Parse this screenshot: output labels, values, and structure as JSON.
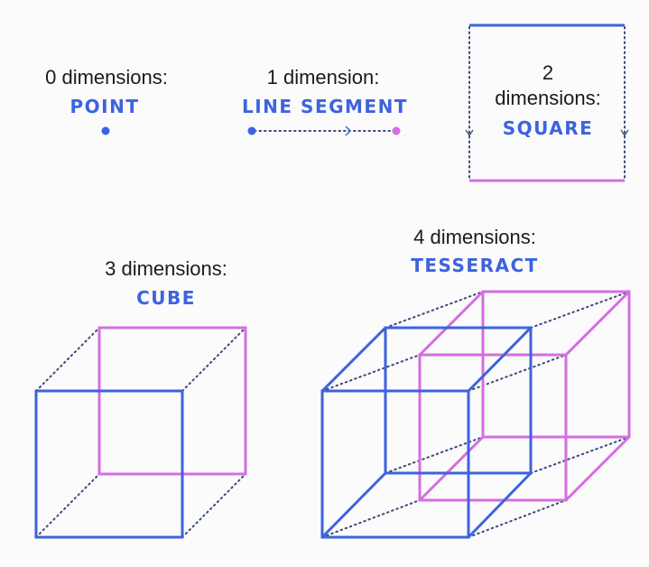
{
  "colors": {
    "blue": "#3d63dd",
    "pink": "#d46ee0",
    "text": "#1b1b1b"
  },
  "items": [
    {
      "label": "0 dimensions:",
      "name": "POINT"
    },
    {
      "label": "1 dimension:",
      "name": "LINE SEGMENT"
    },
    {
      "label_line1": "2",
      "label_line2": "dimensions:",
      "name": "SQUARE"
    },
    {
      "label": "3 dimensions:",
      "name": "CUBE"
    },
    {
      "label": "4 dimensions:",
      "name": "TESSERACT"
    }
  ]
}
